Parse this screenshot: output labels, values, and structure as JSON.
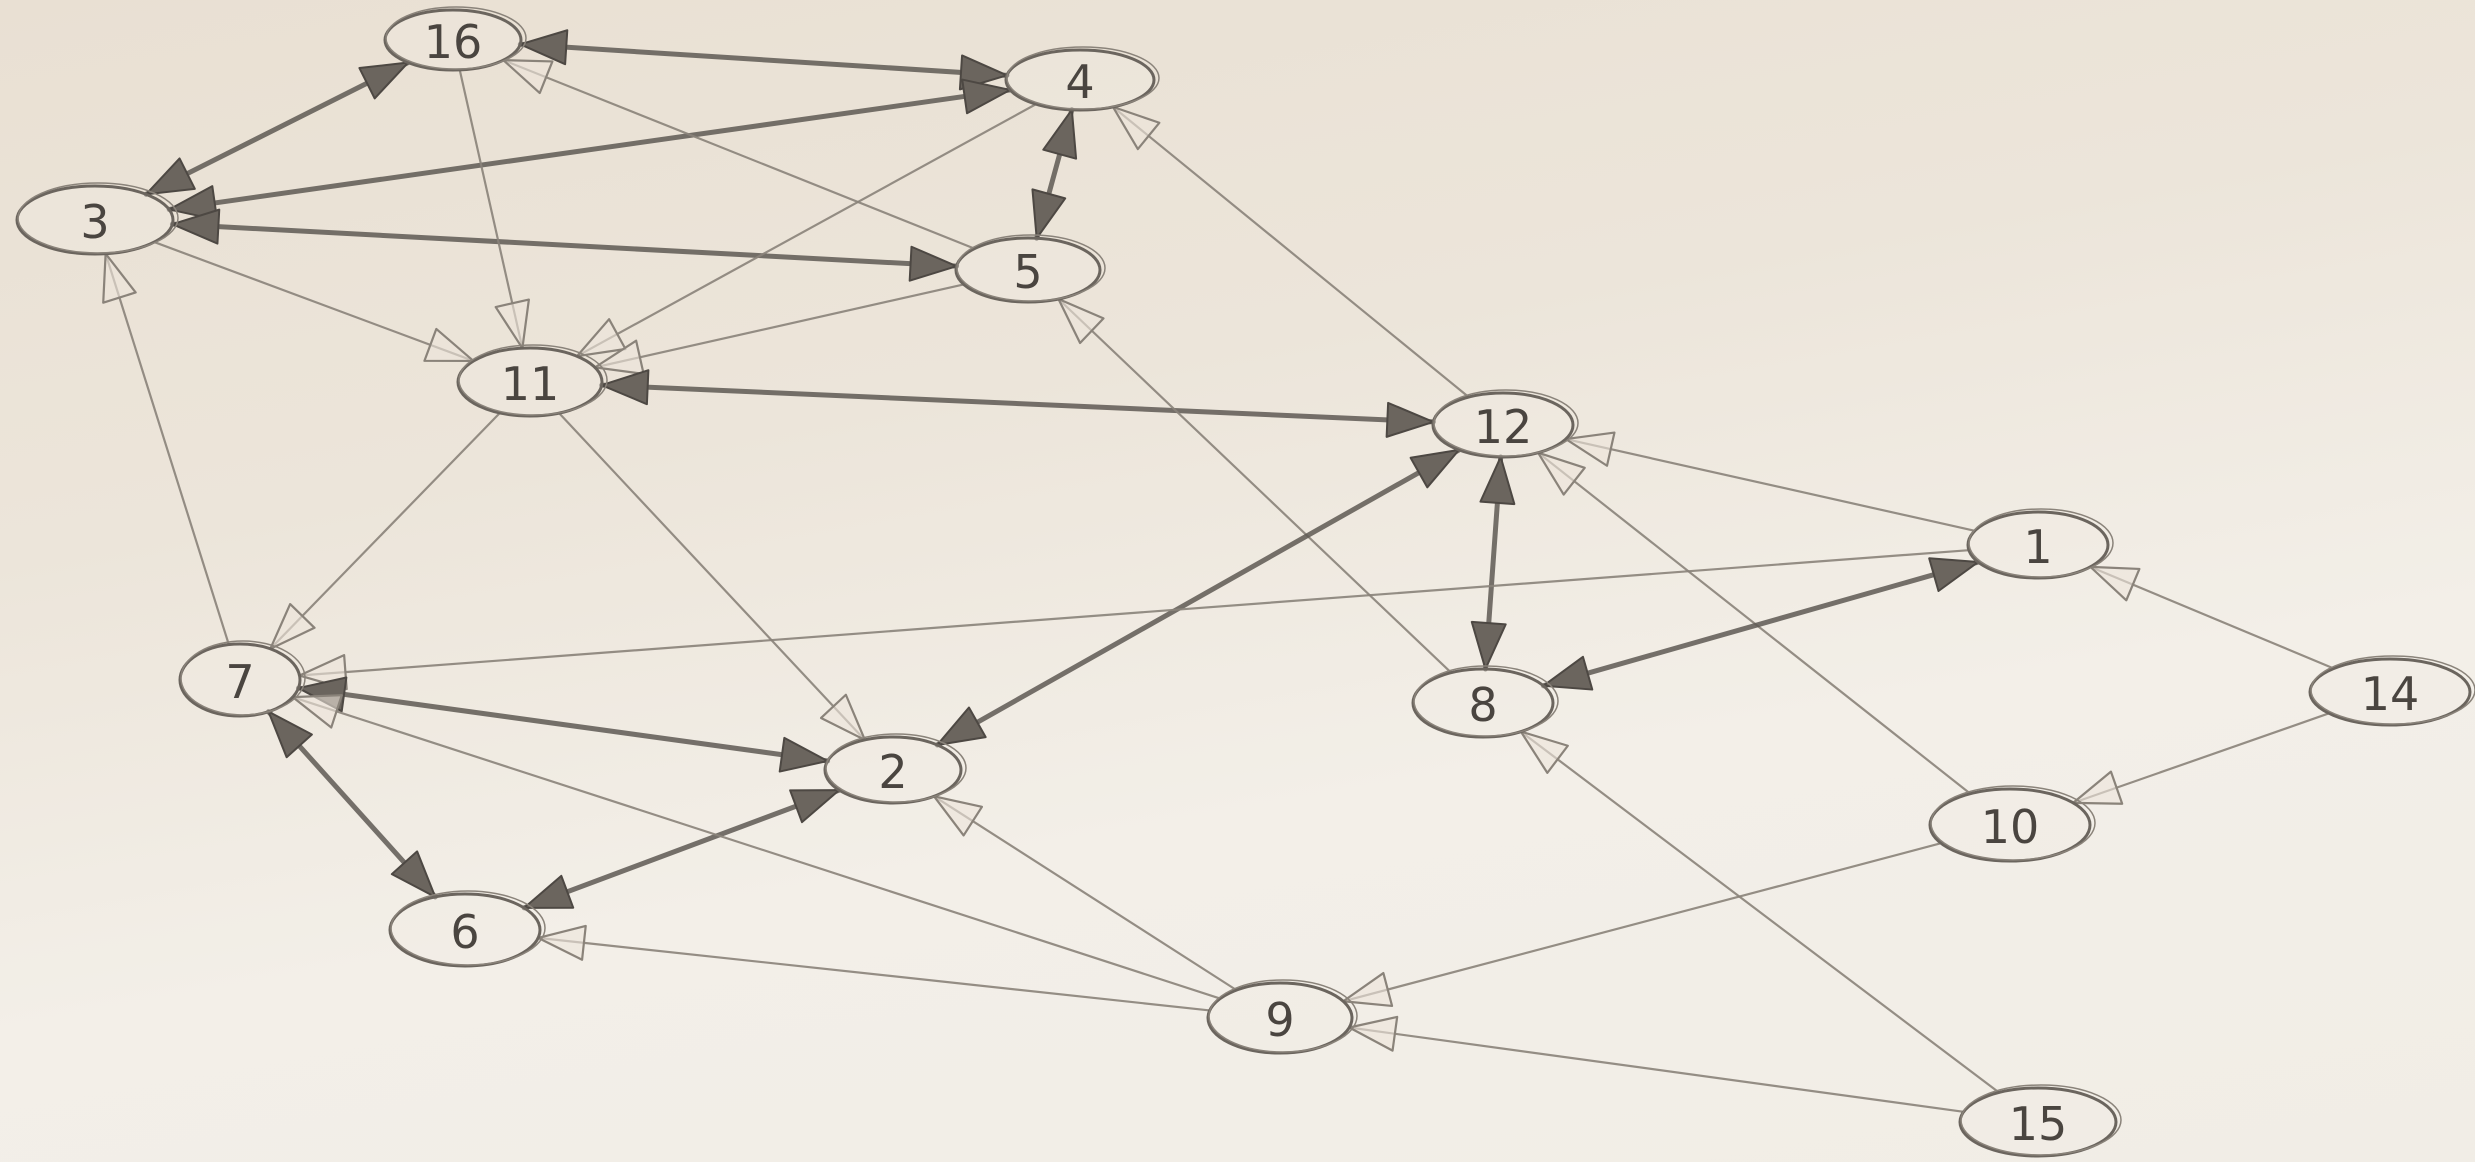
{
  "diagram": {
    "type": "directed-graph",
    "colors": {
      "paper": "#ece5da",
      "pencil": "#5f5a54",
      "pencil_light": "#8a837a",
      "arrow_filled": "#6b655e"
    },
    "nodes": [
      {
        "id": "16",
        "label": "16"
      },
      {
        "id": "4",
        "label": "4"
      },
      {
        "id": "3",
        "label": "3"
      },
      {
        "id": "5",
        "label": "5"
      },
      {
        "id": "11",
        "label": "11"
      },
      {
        "id": "12",
        "label": "12"
      },
      {
        "id": "1",
        "label": "1"
      },
      {
        "id": "7",
        "label": "7"
      },
      {
        "id": "8",
        "label": "8"
      },
      {
        "id": "14",
        "label": "14"
      },
      {
        "id": "2",
        "label": "2"
      },
      {
        "id": "10",
        "label": "10"
      },
      {
        "id": "6",
        "label": "6"
      },
      {
        "id": "9",
        "label": "9"
      },
      {
        "id": "15",
        "label": "15"
      }
    ],
    "edges": [
      {
        "from": "4",
        "to": "16",
        "style": "bidirectional"
      },
      {
        "from": "3",
        "to": "16",
        "style": "bidirectional"
      },
      {
        "from": "4",
        "to": "3",
        "style": "bidirectional"
      },
      {
        "from": "5",
        "to": "16",
        "style": "directed"
      },
      {
        "from": "3",
        "to": "5",
        "style": "bidirectional"
      },
      {
        "from": "4",
        "to": "5",
        "style": "bidirectional"
      },
      {
        "from": "16",
        "to": "11",
        "style": "directed"
      },
      {
        "from": "3",
        "to": "11",
        "style": "directed"
      },
      {
        "from": "4",
        "to": "11",
        "style": "directed"
      },
      {
        "from": "5",
        "to": "11",
        "style": "directed"
      },
      {
        "from": "12",
        "to": "4",
        "style": "directed"
      },
      {
        "from": "11",
        "to": "12",
        "style": "bidirectional"
      },
      {
        "from": "7",
        "to": "3",
        "style": "directed"
      },
      {
        "from": "11",
        "to": "7",
        "style": "directed"
      },
      {
        "from": "11",
        "to": "2",
        "style": "directed"
      },
      {
        "from": "8",
        "to": "5",
        "style": "directed"
      },
      {
        "from": "12",
        "to": "2",
        "style": "bidirectional"
      },
      {
        "from": "12",
        "to": "8",
        "style": "bidirectional"
      },
      {
        "from": "1",
        "to": "12",
        "style": "directed"
      },
      {
        "from": "10",
        "to": "12",
        "style": "directed"
      },
      {
        "from": "1",
        "to": "8",
        "style": "bidirectional"
      },
      {
        "from": "1",
        "to": "7",
        "style": "directed"
      },
      {
        "from": "14",
        "to": "1",
        "style": "directed"
      },
      {
        "from": "14",
        "to": "10",
        "style": "directed"
      },
      {
        "from": "2",
        "to": "7",
        "style": "bidirectional"
      },
      {
        "from": "2",
        "to": "6",
        "style": "bidirectional"
      },
      {
        "from": "6",
        "to": "7",
        "style": "bidirectional"
      },
      {
        "from": "9",
        "to": "7",
        "style": "directed"
      },
      {
        "from": "9",
        "to": "2",
        "style": "directed"
      },
      {
        "from": "9",
        "to": "6",
        "style": "directed"
      },
      {
        "from": "10",
        "to": "9",
        "style": "directed"
      },
      {
        "from": "15",
        "to": "9",
        "style": "directed"
      },
      {
        "from": "15",
        "to": "8",
        "style": "directed"
      }
    ]
  }
}
